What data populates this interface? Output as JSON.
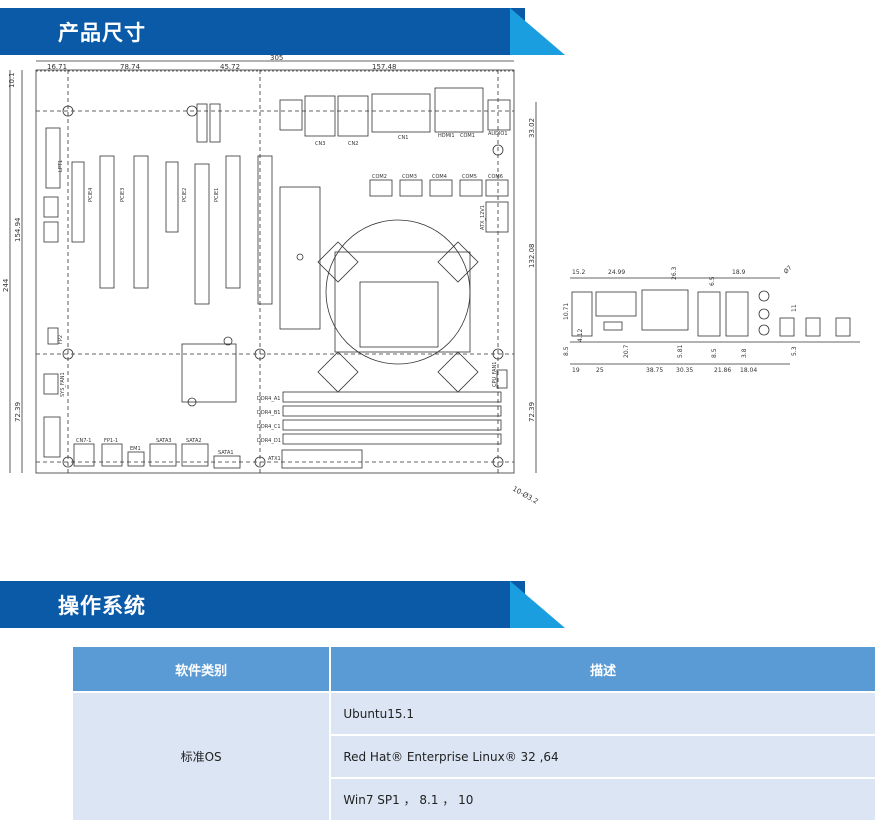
{
  "sections": {
    "dimensions_title": "产品尺寸",
    "os_title": "操作系统"
  },
  "drawing": {
    "overall_width": "305",
    "top_dims": [
      "16.71",
      "78.74",
      "45.72",
      "157.48"
    ],
    "left_dims": [
      "10.1",
      "154.94",
      "244",
      "72.39"
    ],
    "right_dims": [
      "33.02",
      "132.08",
      "72.39"
    ],
    "corner_dim": "10-Ø3.2",
    "labels": {
      "lpt": "LPT1",
      "pcie4": "PCIE4",
      "pcie3": "PCIE3",
      "pcie2": "PCIE2",
      "pcie1": "PCIE1",
      "ddr_a": "DDR4_A1",
      "ddr_b": "DDR4_B1",
      "ddr_c": "DDR4_C1",
      "ddr_d": "DDR4_D1",
      "atx": "ATX1",
      "com2": "COM2",
      "com3": "COM3",
      "com4": "COM4",
      "com5": "COM5",
      "com6": "COM6",
      "atx12v": "ATX_12V1",
      "cn3": "CN3",
      "cn2": "CN2",
      "cn1": "CN1",
      "hdmi": "HDMI1",
      "com1": "COM1",
      "audio": "AUDIO1",
      "fp2": "FP2",
      "sys_fan": "SYS_FAN1",
      "cpu_fan": "CPU_FAN1",
      "cn7": "CN7-1",
      "fp1": "FP1-1",
      "em1": "EM1",
      "sata3": "SATA3",
      "sata2": "SATA2",
      "sata1": "SATA1"
    },
    "io_dims_top": [
      "15.2",
      "24.99",
      "26.3",
      "6.5",
      "18.9",
      "Ø7"
    ],
    "io_dims_bottom": [
      "19",
      "25",
      "38.75",
      "30.35",
      "21.86",
      "18.04"
    ],
    "io_dims_side": [
      "10.71",
      "4.12",
      "8.5",
      "20.7",
      "5.81",
      "8.5",
      "3.8",
      "11",
      "5.3"
    ]
  },
  "os_table": {
    "headers": [
      "软件类别",
      "描述"
    ],
    "category": "标准OS",
    "items": [
      "Ubuntu15.1",
      "Red Hat® Enterprise Linux® 32 ,64",
      "Win7 SP1 ， 8.1 ， 10"
    ]
  },
  "colors": {
    "banner_blue": "#0b5aa8",
    "banner_cyan": "#1a9ee0",
    "table_header": "#5b9bd5",
    "table_row": "#dbe5f3"
  }
}
